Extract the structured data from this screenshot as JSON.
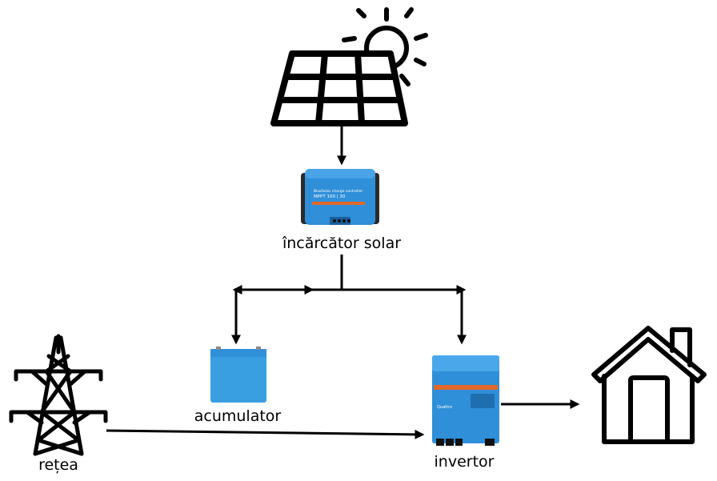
{
  "nodes": {
    "solar_charger": {
      "label": "încărcător solar",
      "device_text": [
        "BlueSolar charge controller",
        "MPPT 100 | 30"
      ]
    },
    "battery": {
      "label": "acumulator"
    },
    "grid": {
      "label": "rețea"
    },
    "inverter": {
      "label": "invertor",
      "device_text": "Quattro"
    },
    "solar_panel": {
      "icon": "solar-panel-icon"
    },
    "house": {
      "icon": "house-icon"
    }
  },
  "colors": {
    "device_blue": "#2f8fd8",
    "device_orange": "#e0682a",
    "line": "#000000"
  }
}
